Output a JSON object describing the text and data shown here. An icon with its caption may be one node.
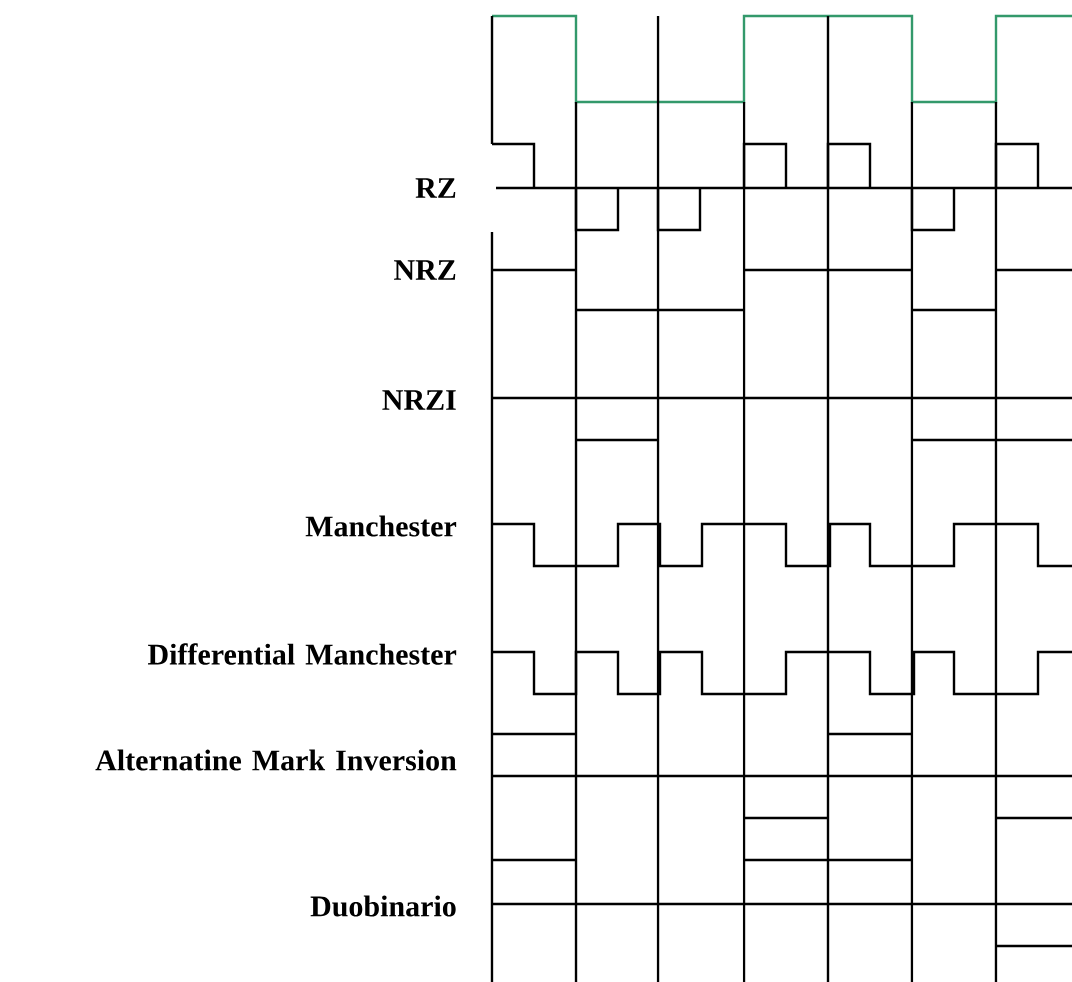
{
  "diagram": {
    "labels": [
      "RZ",
      "NRZ",
      "NRZI",
      "Manchester",
      "Differential Manchester",
      "Alternatine Mark Inversion",
      "Duobinario"
    ]
  }
}
